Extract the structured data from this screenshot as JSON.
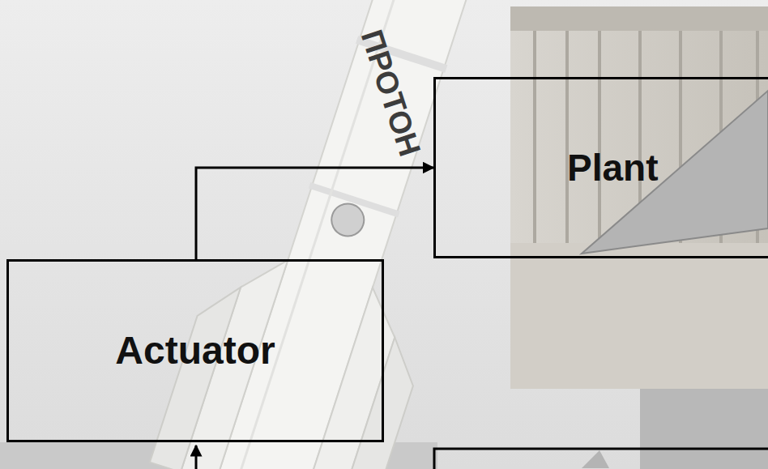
{
  "diagram": {
    "nodes": [
      {
        "text": [
          "Plant"
        ]
      },
      {
        "text": [
          "Actuator"
        ]
      }
    ],
    "edges": [
      {
        "from": 1,
        "to": 0,
        "arrow": "to"
      }
    ],
    "labels": [
      "ПРОТОН"
    ]
  }
}
